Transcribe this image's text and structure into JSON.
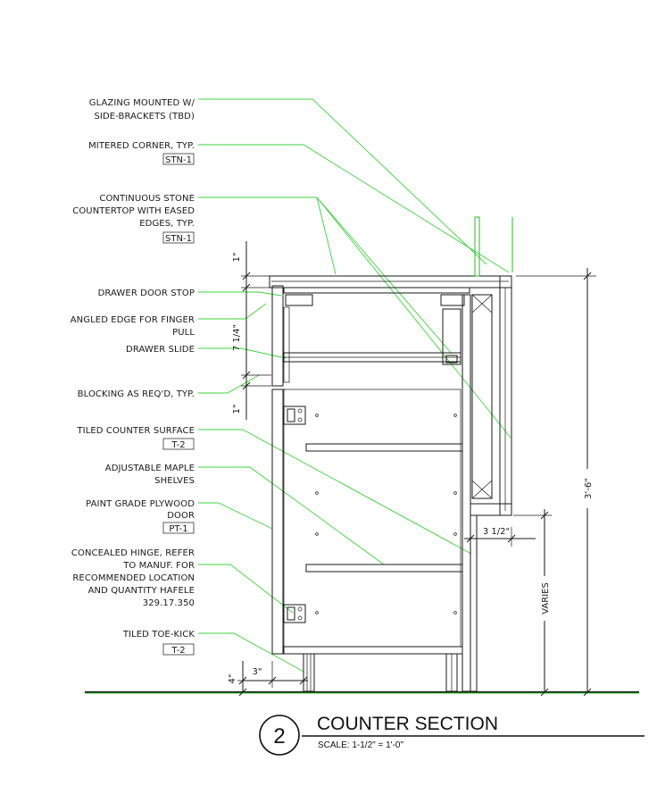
{
  "notes": [
    {
      "id": "glazing",
      "lines": [
        "GLAZING MOUNTED W/",
        "SIDE-BRACKETS (TBD)"
      ],
      "tag": ""
    },
    {
      "id": "mitered",
      "lines": [
        "MITERED CORNER, TYP."
      ],
      "tag": "STN-1"
    },
    {
      "id": "countertop",
      "lines": [
        "CONTINUOUS STONE",
        "COUNTERTOP WITH EASED",
        "EDGES, TYP."
      ],
      "tag": "STN-1"
    },
    {
      "id": "drawer-stop",
      "lines": [
        "DRAWER DOOR STOP"
      ],
      "tag": ""
    },
    {
      "id": "angled-edge",
      "lines": [
        "ANGLED EDGE FOR FINGER",
        "PULL"
      ],
      "tag": ""
    },
    {
      "id": "drawer-slide",
      "lines": [
        "DRAWER SLIDE"
      ],
      "tag": ""
    },
    {
      "id": "blocking",
      "lines": [
        "BLOCKING AS REQ'D, TYP."
      ],
      "tag": ""
    },
    {
      "id": "tiled-counter",
      "lines": [
        "TILED COUNTER SURFACE"
      ],
      "tag": "T-2"
    },
    {
      "id": "shelves",
      "lines": [
        "ADJUSTABLE MAPLE",
        "SHELVES"
      ],
      "tag": ""
    },
    {
      "id": "door",
      "lines": [
        "PAINT GRADE PLYWOOD",
        "DOOR"
      ],
      "tag": "PT-1"
    },
    {
      "id": "hinge",
      "lines": [
        "CONCEALED HINGE, REFER",
        "TO MANUF. FOR",
        "RECOMMENDED LOCATION",
        "AND QUANTITY HAFELE",
        "329.17.350"
      ],
      "tag": ""
    },
    {
      "id": "toe-kick",
      "lines": [
        "TILED TOE-KICK"
      ],
      "tag": "T-2"
    }
  ],
  "dimensions": {
    "top_gap": "1\"",
    "drawer_height": "7 1/4\"",
    "lower_gap": "1\"",
    "toe_height": "4\"",
    "toe_depth": "3\"",
    "offset": "3 1/2\"",
    "varies": "VARIES",
    "overall": "3'-6\""
  },
  "title_block": {
    "number": "2",
    "title": "COUNTER SECTION",
    "scale": "SCALE: 1-1/2\" = 1'-0\""
  }
}
